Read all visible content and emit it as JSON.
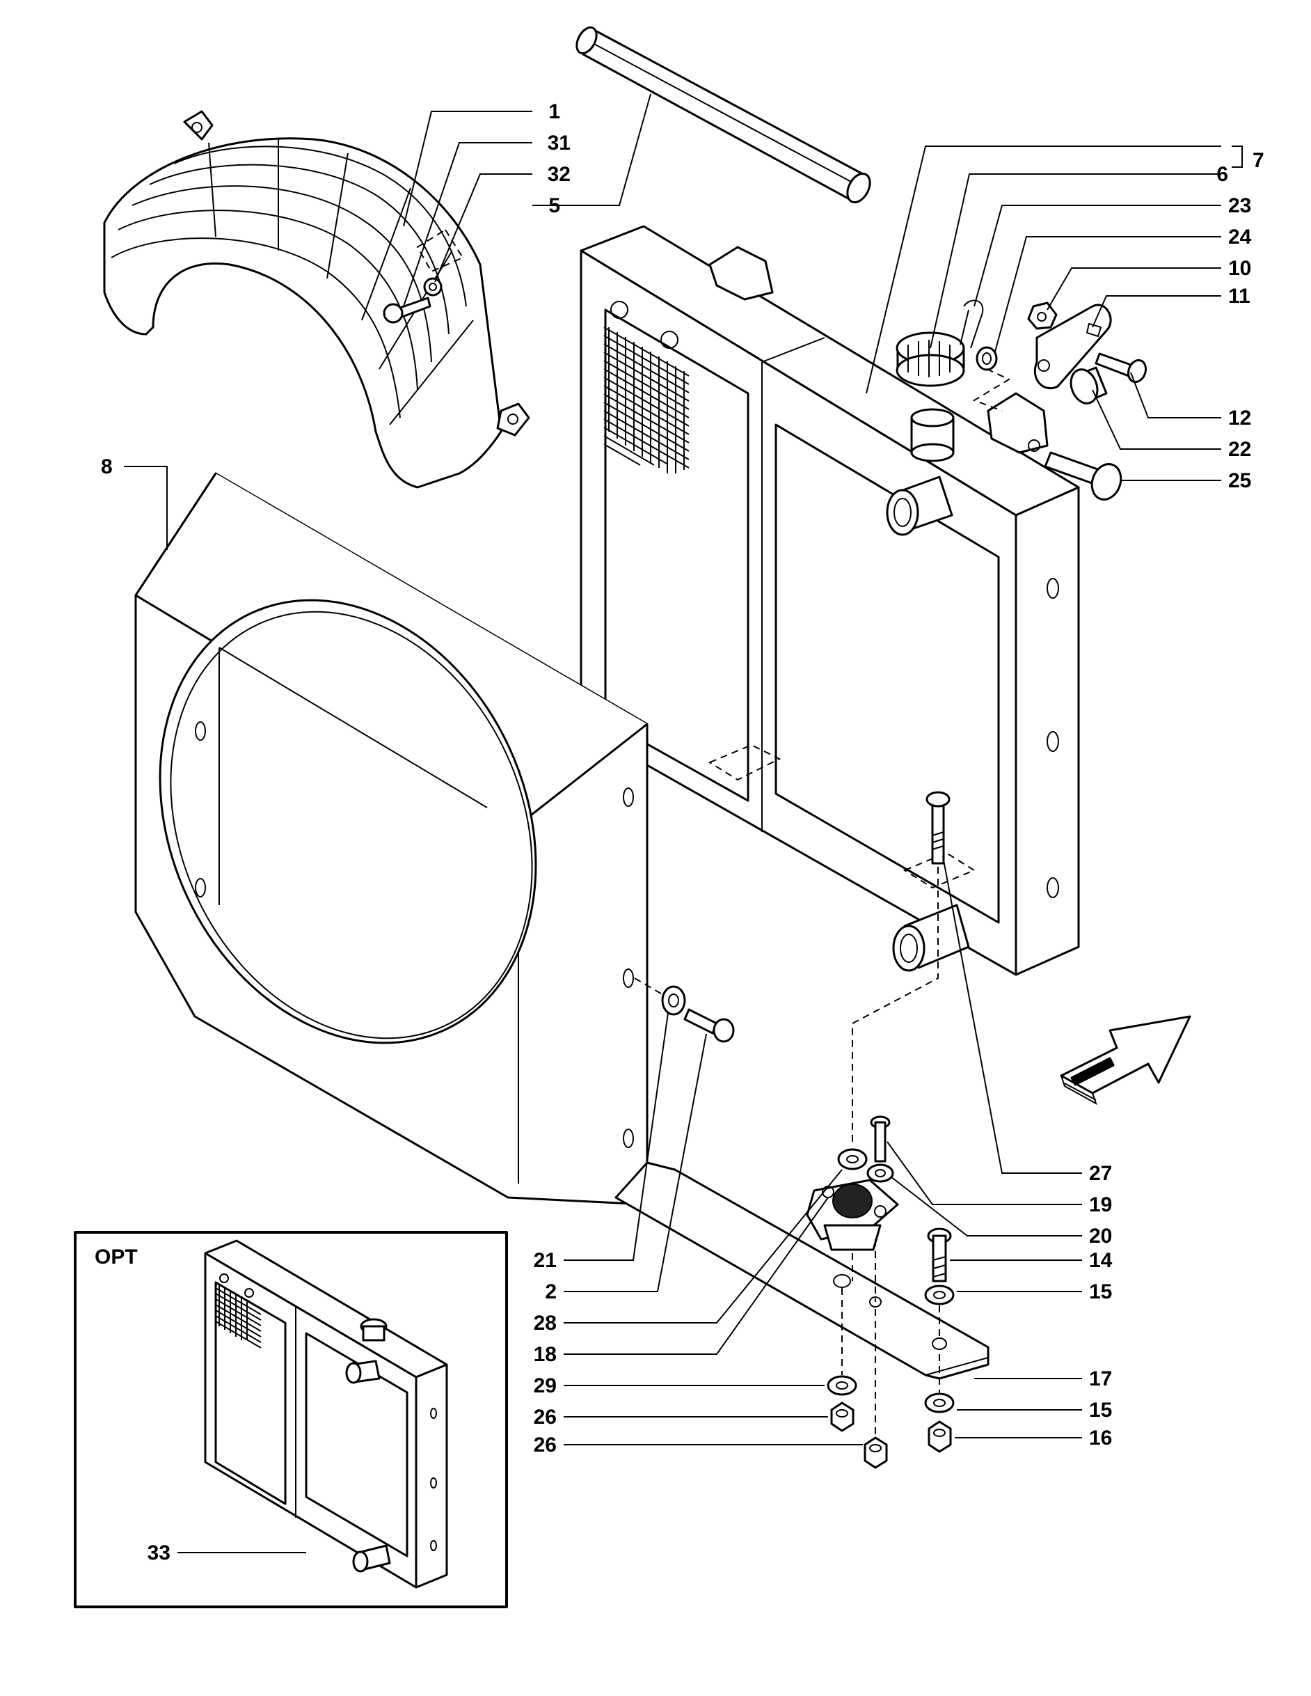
{
  "inset": {
    "label": "OPT"
  },
  "callouts": [
    {
      "id": "c1",
      "text": "1"
    },
    {
      "id": "c31",
      "text": "31"
    },
    {
      "id": "c32",
      "text": "32"
    },
    {
      "id": "c5",
      "text": "5"
    },
    {
      "id": "c7",
      "text": "7"
    },
    {
      "id": "c6",
      "text": "6"
    },
    {
      "id": "c23",
      "text": "23"
    },
    {
      "id": "c24",
      "text": "24"
    },
    {
      "id": "c10",
      "text": "10"
    },
    {
      "id": "c11",
      "text": "11"
    },
    {
      "id": "c12",
      "text": "12"
    },
    {
      "id": "c22",
      "text": "22"
    },
    {
      "id": "c25",
      "text": "25"
    },
    {
      "id": "c8",
      "text": "8"
    },
    {
      "id": "c27",
      "text": "27"
    },
    {
      "id": "c19",
      "text": "19"
    },
    {
      "id": "c20",
      "text": "20"
    },
    {
      "id": "c14",
      "text": "14"
    },
    {
      "id": "c15a",
      "text": "15"
    },
    {
      "id": "c21",
      "text": "21"
    },
    {
      "id": "c2",
      "text": "2"
    },
    {
      "id": "c28",
      "text": "28"
    },
    {
      "id": "c18",
      "text": "18"
    },
    {
      "id": "c17",
      "text": "17"
    },
    {
      "id": "c29",
      "text": "29"
    },
    {
      "id": "c26a",
      "text": "26"
    },
    {
      "id": "c15b",
      "text": "15"
    },
    {
      "id": "c26b",
      "text": "26"
    },
    {
      "id": "c16",
      "text": "16"
    },
    {
      "id": "c33",
      "text": "33"
    }
  ]
}
